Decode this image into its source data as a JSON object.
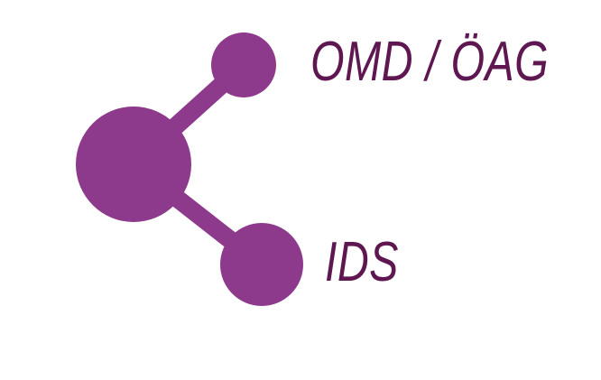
{
  "diagram": {
    "nodes": [
      {
        "id": "hub",
        "role": "center"
      },
      {
        "id": "top",
        "role": "leaf",
        "label": "OMD / ÖAG"
      },
      {
        "id": "bottom",
        "role": "leaf",
        "label": "IDS"
      }
    ],
    "edges": [
      {
        "from": "hub",
        "to": "top"
      },
      {
        "from": "hub",
        "to": "bottom"
      }
    ]
  },
  "colors": {
    "node_fill": "#8e3a8c",
    "edge_stroke": "#8e3a8c",
    "label_text": "#5e1750",
    "background": "#ffffff"
  },
  "icon": "share-network-icon"
}
